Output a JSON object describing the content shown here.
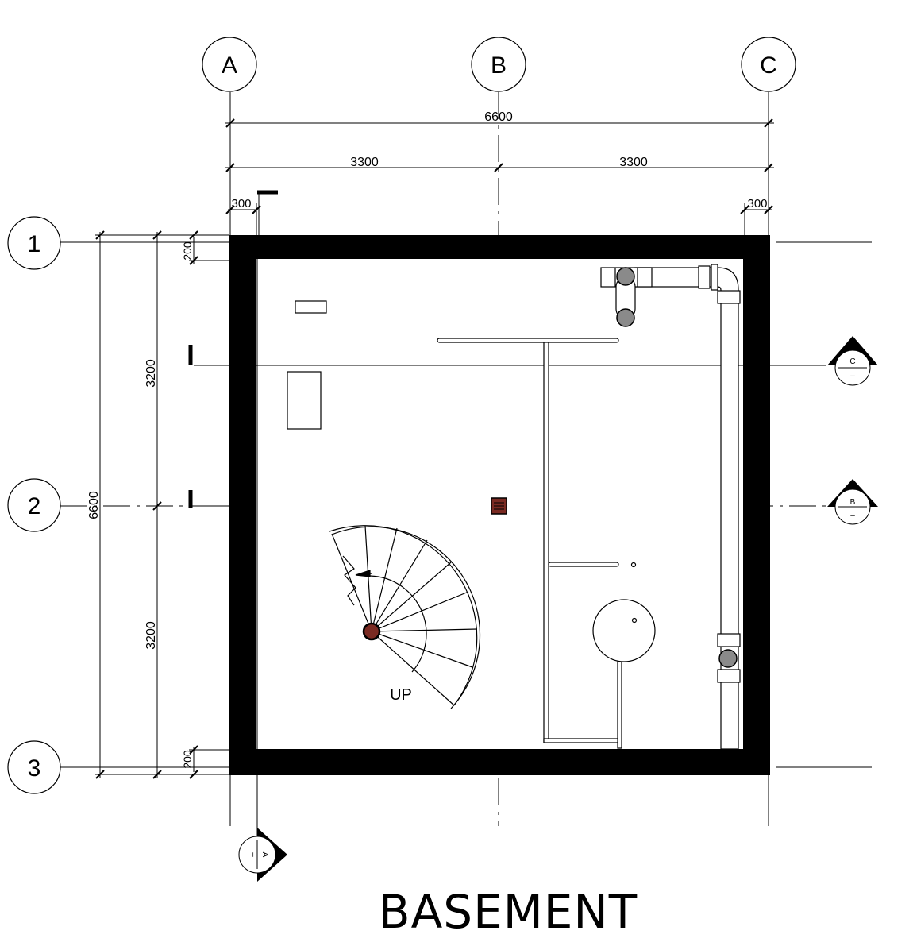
{
  "title": "BASEMENT",
  "grid_columns": [
    "A",
    "B",
    "C"
  ],
  "grid_rows": [
    "1",
    "2",
    "3"
  ],
  "dimensions": {
    "overall_width": "6600",
    "bay_width_1": "3300",
    "bay_width_2": "3300",
    "wall_left": "300",
    "wall_right": "300",
    "overall_height": "6600",
    "bay_height_1": "3200",
    "bay_height_2": "3200",
    "offset_top": "200",
    "offset_bottom": "200"
  },
  "section_markers": {
    "c": {
      "letter": "C",
      "sheet": "–"
    },
    "b": {
      "letter": "B",
      "sheet": "–"
    },
    "a": {
      "letter": "A",
      "sheet": "–"
    }
  },
  "stair_label": "UP",
  "colors": {
    "line": "#000000",
    "column": "#7a2a22",
    "pipe_node": "#8a8a8a"
  }
}
